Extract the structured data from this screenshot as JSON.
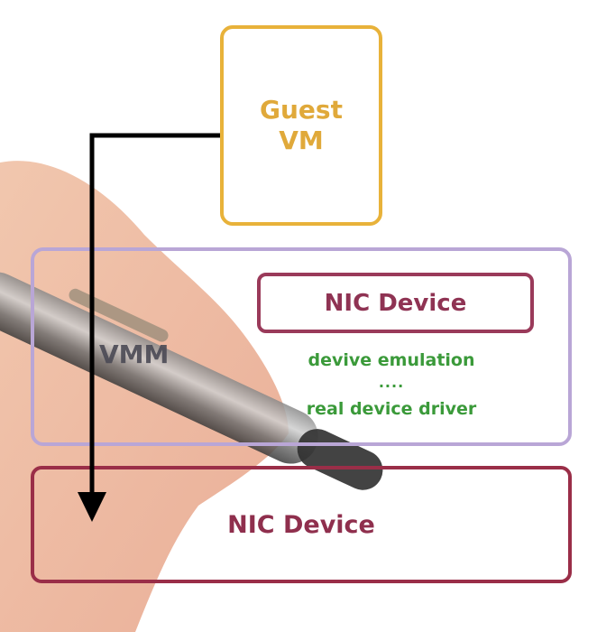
{
  "guest_vm": {
    "label": "Guest\nVM"
  },
  "vmm": {
    "label": "VMM",
    "nic_device": "NIC Device",
    "emulation_text": "devive emulation",
    "dots": "....",
    "driver_text": "real device driver"
  },
  "hardware": {
    "nic_device": "NIC Device"
  },
  "colors": {
    "guest_border": "#e8b23a",
    "vmm_border": "#b9a6d6",
    "nic_border": "#9a2e48",
    "green_text": "#3b9a3a",
    "arrow": "#000000"
  }
}
